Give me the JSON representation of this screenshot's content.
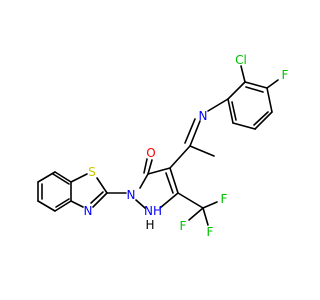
{
  "molecule": {
    "atom_labels": {
      "O": "O",
      "N_imine": "N",
      "Cl": "Cl",
      "F_aryl": "F",
      "S": "S",
      "N_thiazole": "N",
      "N_pyrazole": "N",
      "NH": "NH",
      "H": "H",
      "F_a": "F",
      "F_b": "F",
      "F_c": "F"
    },
    "colors": {
      "bond": "#000000",
      "O": "#ff0000",
      "N": "#0000ff",
      "S": "#c8c800",
      "Cl": "#00c000",
      "F": "#00c000",
      "H": "#000000"
    }
  }
}
